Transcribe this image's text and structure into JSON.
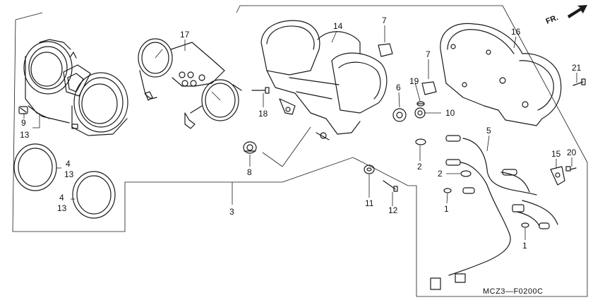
{
  "diagram": {
    "front_label": "FR.",
    "drawing_code": "MCZ3—F0200C",
    "callouts": {
      "c1a": "1",
      "c1b": "1",
      "c2a": "2",
      "c2b": "2",
      "c3": "3",
      "c4a": "4",
      "c4b": "4",
      "c5": "5",
      "c6": "6",
      "c7a": "7",
      "c7b": "7",
      "c8": "8",
      "c9": "9",
      "c10": "10",
      "c11": "11",
      "c12": "12",
      "c13a": "13",
      "c13b": "13",
      "c13c": "13",
      "c14": "14",
      "c15": "15",
      "c16": "16",
      "c17": "17",
      "c18": "18",
      "c19": "19",
      "c20": "20",
      "c21": "21"
    }
  }
}
